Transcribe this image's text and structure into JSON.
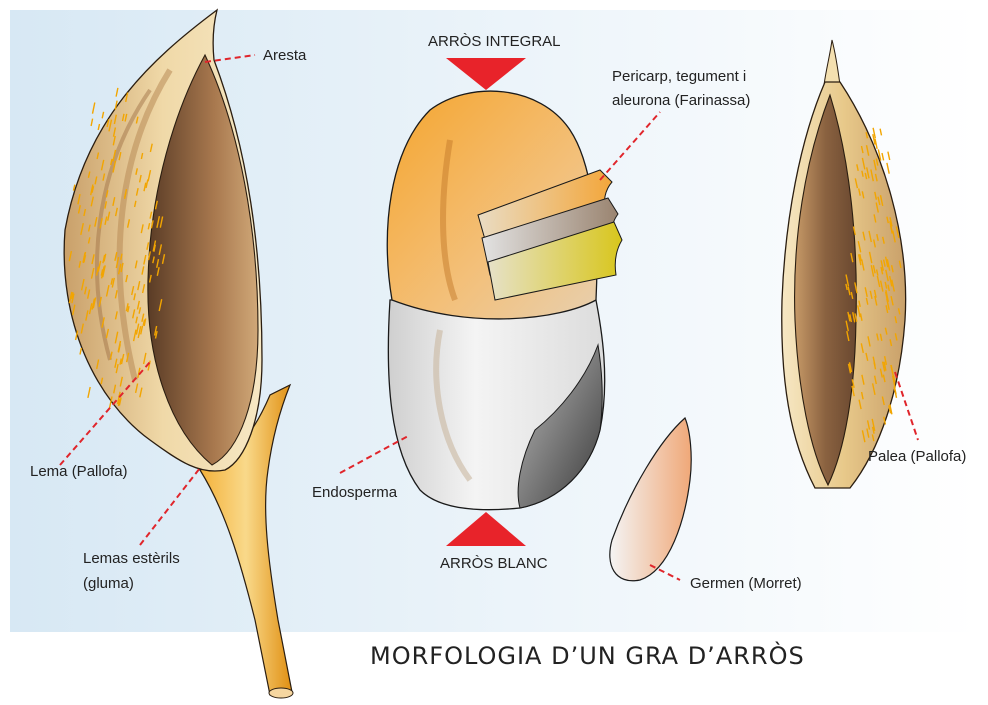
{
  "title": "MORFOLOGIA D’UN GRA D’ARRÒS",
  "labels": {
    "aresta": "Aresta",
    "arros_integral": "ARRÒS INTEGRAL",
    "pericarp_line1": "Pericarp, tegument i",
    "pericarp_line2": "aleurona (Farinassa)",
    "lema": "Lema (Pallofa)",
    "lemas_line1": "Lemas estèrils",
    "lemas_line2": "(gluma)",
    "endosperma": "Endosperma",
    "arros_blanc": "ARRÒS BLANC",
    "germen": "Germen (Morret)",
    "palea": "Palea (Pallofa)"
  },
  "colors": {
    "background_panel": "#dcebf5",
    "leader_lines": "#e0252b",
    "arrows": "#e8232a",
    "husk": "#e8c98a",
    "husk_inner": "#8a6240",
    "bran": "#f2a93b",
    "endosperm": "#e6e6e6",
    "germ": "#f3c7a0",
    "hairs": "#f2a500"
  }
}
